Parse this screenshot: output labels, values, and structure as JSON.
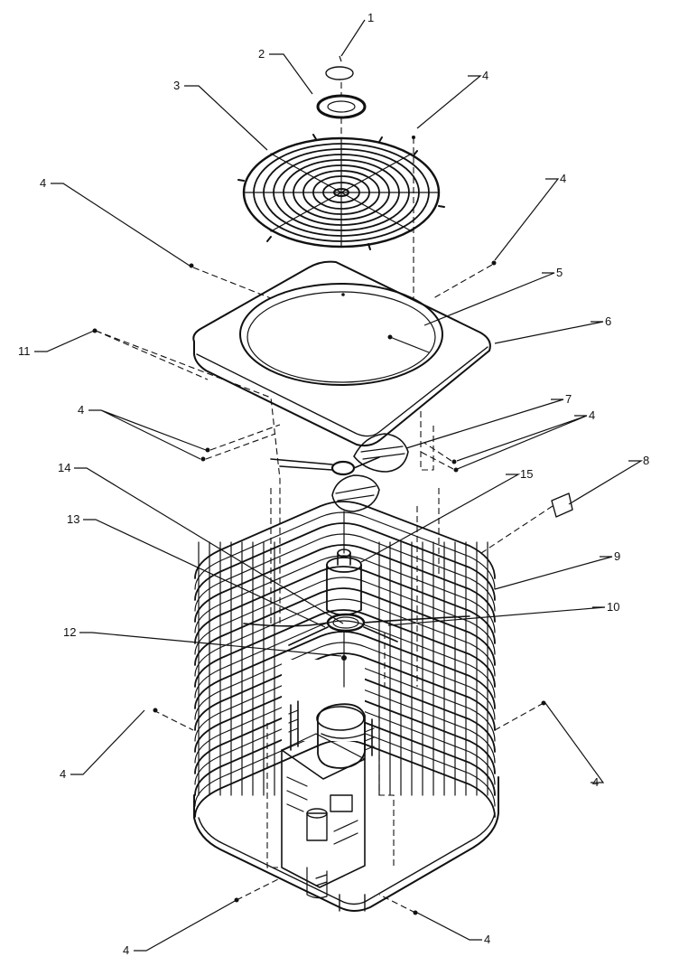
{
  "diagram": {
    "callouts": [
      {
        "id": "c1",
        "label": "1"
      },
      {
        "id": "c2",
        "label": "2"
      },
      {
        "id": "c3",
        "label": "3"
      },
      {
        "id": "c4a",
        "label": "4"
      },
      {
        "id": "c4b",
        "label": "4"
      },
      {
        "id": "c4c",
        "label": "4"
      },
      {
        "id": "c5",
        "label": "5"
      },
      {
        "id": "c6",
        "label": "6"
      },
      {
        "id": "c11",
        "label": "11"
      },
      {
        "id": "c4d",
        "label": "4"
      },
      {
        "id": "c7",
        "label": "7"
      },
      {
        "id": "c4e",
        "label": "4"
      },
      {
        "id": "c8",
        "label": "8"
      },
      {
        "id": "c14",
        "label": "14"
      },
      {
        "id": "c15",
        "label": "15"
      },
      {
        "id": "c13",
        "label": "13"
      },
      {
        "id": "c9",
        "label": "9"
      },
      {
        "id": "c10",
        "label": "10"
      },
      {
        "id": "c12",
        "label": "12"
      },
      {
        "id": "c4f",
        "label": "4"
      },
      {
        "id": "c4g",
        "label": "4"
      },
      {
        "id": "c4h",
        "label": "4"
      },
      {
        "id": "c4i",
        "label": "4"
      }
    ]
  }
}
